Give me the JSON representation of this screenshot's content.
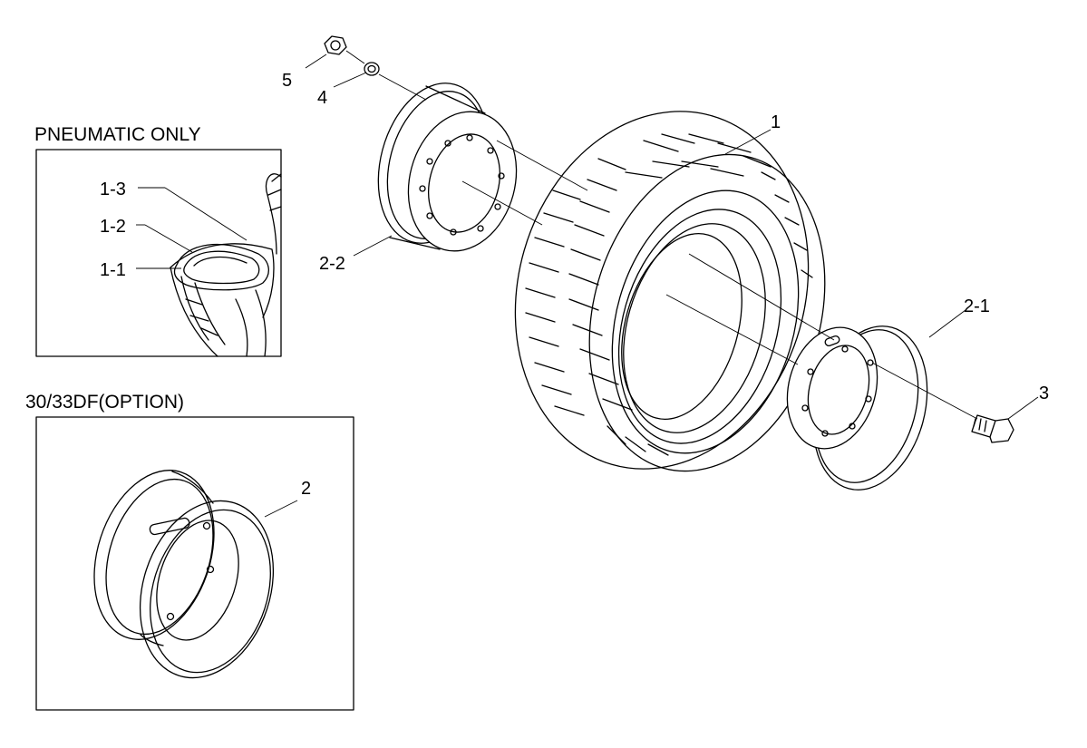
{
  "insets": {
    "pneumatic": {
      "title": "PNEUMATIC ONLY"
    },
    "option": {
      "title": "30/33DF(OPTION)"
    }
  },
  "callouts": {
    "c1": "1",
    "c1_1": "1-1",
    "c1_2": "1-2",
    "c1_3": "1-3",
    "c2": "2",
    "c2_1": "2-1",
    "c2_2": "2-2",
    "c3": "3",
    "c4": "4",
    "c5": "5"
  }
}
